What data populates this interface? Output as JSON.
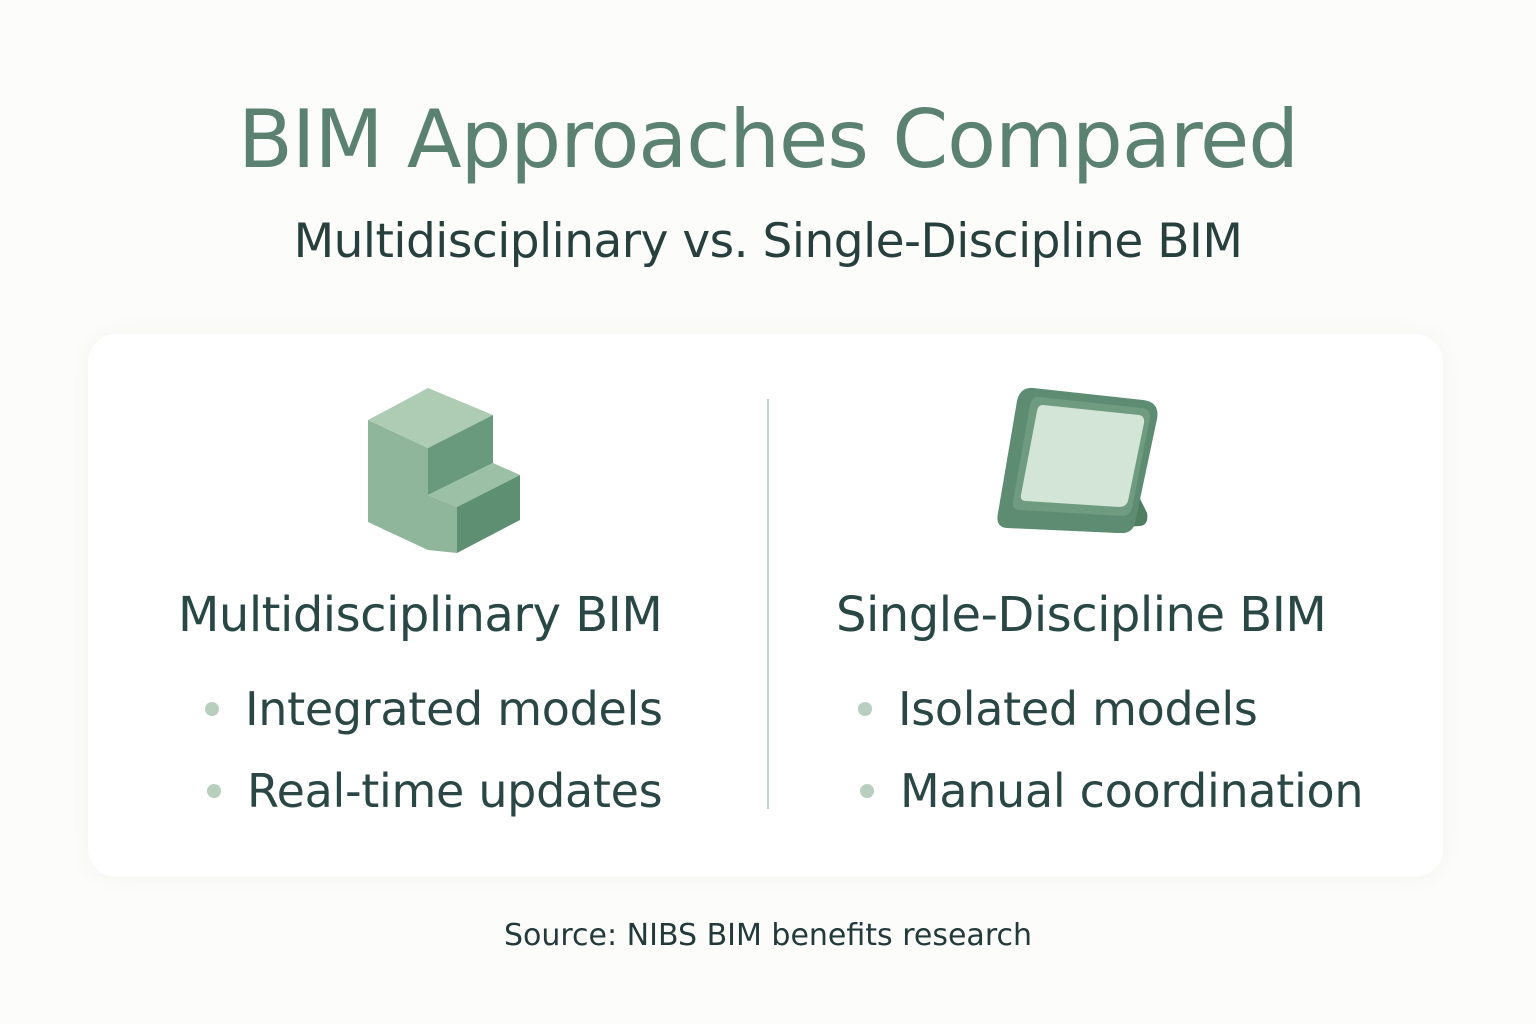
{
  "header": {
    "title": "BIM Approaches Compared",
    "subtitle": "Multidisciplinary vs. Single-Discipline BIM"
  },
  "columns": [
    {
      "icon": "stepped-block-icon",
      "heading": "Multidisciplinary BIM",
      "bullets": [
        "Integrated models",
        "Real-time updates"
      ]
    },
    {
      "icon": "tablet-stand-icon",
      "heading": "Single-Discipline BIM",
      "bullets": [
        "Isolated models",
        "Manual coordination"
      ]
    }
  ],
  "footer": {
    "source": "Source: NIBS BIM benefits research"
  },
  "colors": {
    "title": "#5b8270",
    "text": "#284745",
    "accent_light": "#b8cfbf",
    "accent_mid": "#8fb59a",
    "accent_dark": "#5a8a6e",
    "background": "#fcfcfa",
    "card": "#ffffff",
    "divider": "#c4d6cc"
  }
}
